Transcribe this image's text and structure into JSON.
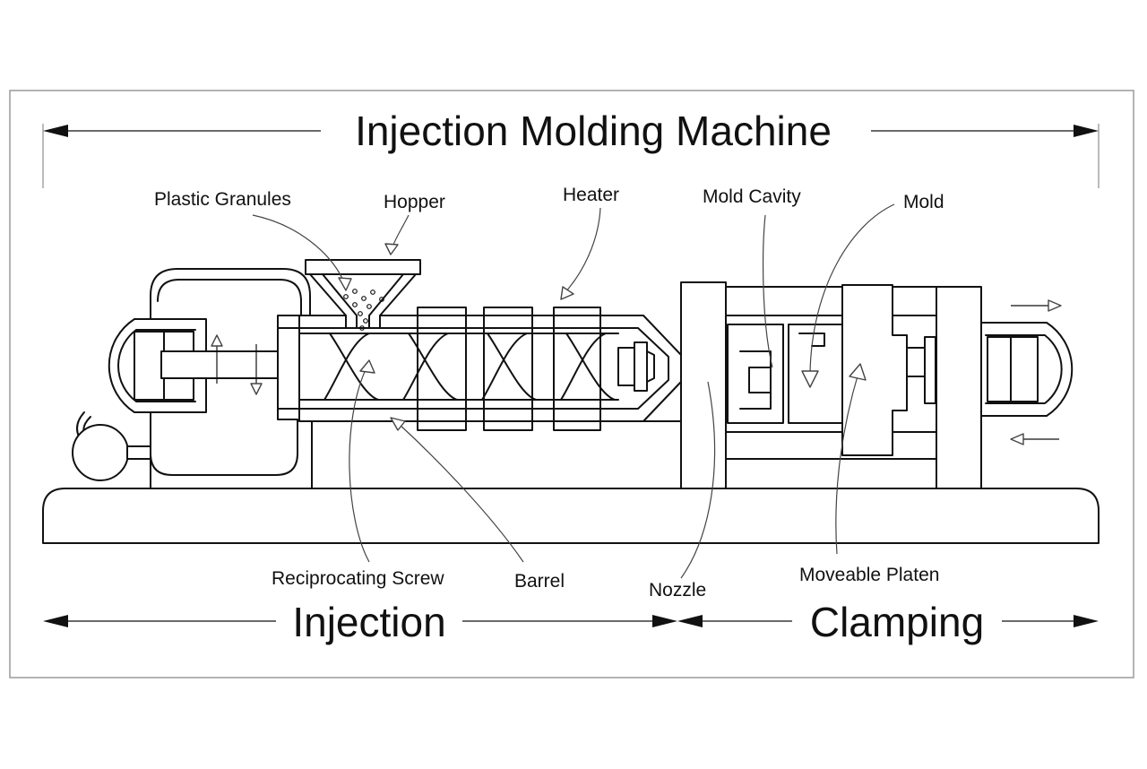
{
  "diagram": {
    "title": "Injection Molding Machine",
    "sections": {
      "injection": "Injection",
      "clamping": "Clamping"
    },
    "labels": {
      "plastic_granules": "Plastic Granules",
      "hopper": "Hopper",
      "heater": "Heater",
      "mold_cavity": "Mold Cavity",
      "mold": "Mold",
      "reciprocating_screw": "Reciprocating Screw",
      "barrel": "Barrel",
      "nozzle": "Nozzle",
      "moveable_platen": "Moveable Platen"
    }
  }
}
